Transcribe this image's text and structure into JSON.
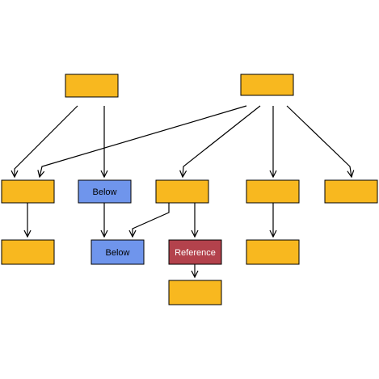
{
  "colors": {
    "default_fill": "#f8b81f",
    "highlight_fill": "#6f95ec",
    "reference_fill": "#b3424c",
    "stroke": "#000000",
    "edge": "#000000",
    "text_dark": "#000000",
    "text_light": "#ffffff"
  },
  "nodes": [
    {
      "id": "root-left",
      "label": "",
      "style": "default"
    },
    {
      "id": "root-right",
      "label": "",
      "style": "default"
    },
    {
      "id": "mid-1",
      "label": "",
      "style": "default"
    },
    {
      "id": "mid-2",
      "label": "Below",
      "style": "highlight"
    },
    {
      "id": "mid-3",
      "label": "",
      "style": "default"
    },
    {
      "id": "mid-4",
      "label": "",
      "style": "default"
    },
    {
      "id": "mid-5",
      "label": "",
      "style": "default"
    },
    {
      "id": "low-1",
      "label": "",
      "style": "default"
    },
    {
      "id": "low-2",
      "label": "Below",
      "style": "highlight"
    },
    {
      "id": "low-3",
      "label": "Reference",
      "style": "reference"
    },
    {
      "id": "low-4",
      "label": "",
      "style": "default"
    },
    {
      "id": "bottom-1",
      "label": "",
      "style": "default"
    }
  ],
  "edges": [
    {
      "from": "root-left",
      "to": "mid-1"
    },
    {
      "from": "root-left",
      "to": "mid-2"
    },
    {
      "from": "root-right",
      "to": "mid-1"
    },
    {
      "from": "root-right",
      "to": "mid-3"
    },
    {
      "from": "root-right",
      "to": "mid-4"
    },
    {
      "from": "root-right",
      "to": "mid-5"
    },
    {
      "from": "mid-1",
      "to": "low-1"
    },
    {
      "from": "mid-2",
      "to": "low-2"
    },
    {
      "from": "mid-3",
      "to": "low-2"
    },
    {
      "from": "mid-3",
      "to": "low-3"
    },
    {
      "from": "mid-4",
      "to": "low-4"
    },
    {
      "from": "low-3",
      "to": "bottom-1"
    }
  ]
}
